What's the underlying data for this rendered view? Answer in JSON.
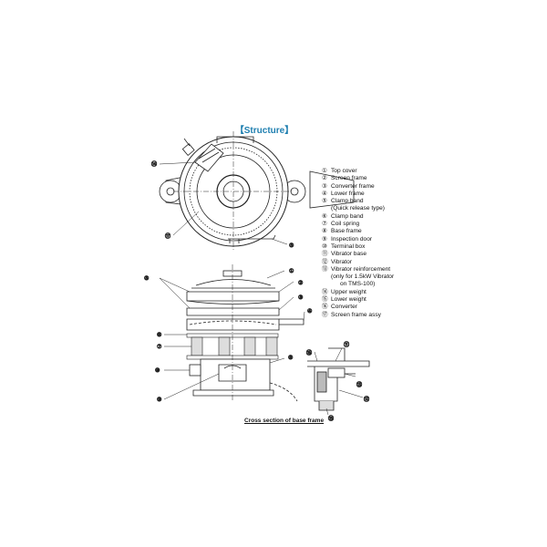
{
  "title": "【Structure】",
  "legend": [
    {
      "num": "①",
      "text": "Top cover"
    },
    {
      "num": "②",
      "text": "Screen frame"
    },
    {
      "num": "③",
      "text": "Converter frame"
    },
    {
      "num": "④",
      "text": "Lower frame"
    },
    {
      "num": "⑤",
      "text": "Clamp band"
    },
    {
      "num": "",
      "text": "(Quick release type)"
    },
    {
      "num": "⑥",
      "text": "Clamp band"
    },
    {
      "num": "⑦",
      "text": "Coil spring"
    },
    {
      "num": "⑧",
      "text": "Base frame"
    },
    {
      "num": "⑨",
      "text": "Inspection door"
    },
    {
      "num": "⑩",
      "text": "Terminal box"
    },
    {
      "num": "⑪",
      "text": "Vibrator base"
    },
    {
      "num": "⑫",
      "text": "Vibrator"
    },
    {
      "num": "⑬",
      "text": "Vibrator reinforcement"
    },
    {
      "num": "",
      "text": "(only for 1.5kW Vibrator"
    },
    {
      "num": "",
      "text": "on TMS-100)"
    },
    {
      "num": "⑭",
      "text": "Upper weight"
    },
    {
      "num": "⑮",
      "text": "Lower weight"
    },
    {
      "num": "⑯",
      "text": "Converter"
    },
    {
      "num": "⑰",
      "text": "Screen frame assy"
    }
  ],
  "caption": "Cross section of base frame",
  "callouts": {
    "top_14": "⑭",
    "top_17": "⑰",
    "top_5": "⑤",
    "side_1": "①",
    "side_2": "②",
    "side_3": "③",
    "side_4": "④",
    "side_5": "⑤",
    "side_6": "⑥",
    "side_7": "⑦",
    "side_8": "⑧",
    "side_9": "⑨",
    "side_10": "⑩",
    "det_16": "⑯",
    "det_11": "⑪",
    "det_13": "⑬",
    "det_12": "⑫",
    "det_15": "⑮"
  }
}
